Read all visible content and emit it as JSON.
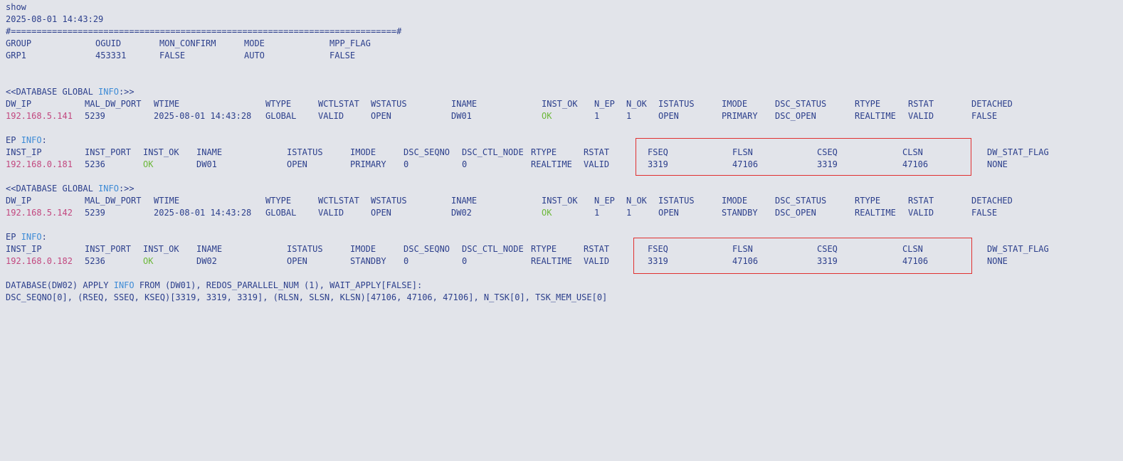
{
  "header": {
    "command": "show",
    "timestamp": "2025-08-01 14:43:29",
    "separator": "#===========================================================================#"
  },
  "group": {
    "headers": [
      "GROUP",
      "OGUID",
      "MON_CONFIRM",
      "MODE",
      "MPP_FLAG"
    ],
    "values": [
      "GRP1",
      "453331",
      "FALSE",
      "AUTO",
      "FALSE"
    ]
  },
  "blocks": [
    {
      "db_title_prefix": "<<DATABASE GLOBAL ",
      "db_title_kw": "INFO",
      "db_title_suffix": ":>>",
      "db_headers": [
        "DW_IP",
        "MAL_DW_PORT",
        "WTIME",
        "WTYPE",
        "WCTLSTAT",
        "WSTATUS",
        "INAME",
        "INST_OK",
        "N_EP",
        "N_OK",
        "ISTATUS",
        "IMODE",
        "DSC_STATUS",
        "RTYPE",
        "RSTAT",
        "DETACHED"
      ],
      "db_values": [
        "192.168.5.141",
        "5239",
        "2025-08-01 14:43:28",
        "GLOBAL",
        "VALID",
        "OPEN",
        "DW01",
        "OK",
        "1",
        "1",
        "OPEN",
        "PRIMARY",
        "DSC_OPEN",
        "REALTIME",
        "VALID",
        "FALSE"
      ],
      "ep_title_prefix": "EP ",
      "ep_title_kw": "INFO",
      "ep_title_suffix": ":",
      "ep_headers": [
        "INST_IP",
        "INST_PORT",
        "INST_OK",
        "INAME",
        "ISTATUS",
        "IMODE",
        "DSC_SEQNO",
        "DSC_CTL_NODE",
        "RTYPE",
        "RSTAT",
        "FSEQ",
        "FLSN",
        "CSEQ",
        "CLSN",
        "DW_STAT_FLAG"
      ],
      "ep_values": [
        "192.168.0.181",
        "5236",
        "OK",
        "DW01",
        "OPEN",
        "PRIMARY",
        "0",
        "0",
        "REALTIME",
        "VALID",
        "3319",
        "47106",
        "3319",
        "47106",
        "NONE"
      ]
    },
    {
      "db_title_prefix": "<<DATABASE GLOBAL ",
      "db_title_kw": "INFO",
      "db_title_suffix": ":>>",
      "db_headers": [
        "DW_IP",
        "MAL_DW_PORT",
        "WTIME",
        "WTYPE",
        "WCTLSTAT",
        "WSTATUS",
        "INAME",
        "INST_OK",
        "N_EP",
        "N_OK",
        "ISTATUS",
        "IMODE",
        "DSC_STATUS",
        "RTYPE",
        "RSTAT",
        "DETACHED"
      ],
      "db_values": [
        "192.168.5.142",
        "5239",
        "2025-08-01 14:43:28",
        "GLOBAL",
        "VALID",
        "OPEN",
        "DW02",
        "OK",
        "1",
        "1",
        "OPEN",
        "STANDBY",
        "DSC_OPEN",
        "REALTIME",
        "VALID",
        "FALSE"
      ],
      "ep_title_prefix": "EP ",
      "ep_title_kw": "INFO",
      "ep_title_suffix": ":",
      "ep_headers": [
        "INST_IP",
        "INST_PORT",
        "INST_OK",
        "INAME",
        "ISTATUS",
        "IMODE",
        "DSC_SEQNO",
        "DSC_CTL_NODE",
        "RTYPE",
        "RSTAT",
        "FSEQ",
        "FLSN",
        "CSEQ",
        "CLSN",
        "DW_STAT_FLAG"
      ],
      "ep_values": [
        "192.168.0.182",
        "5236",
        "OK",
        "DW02",
        "OPEN",
        "STANDBY",
        "0",
        "0",
        "REALTIME",
        "VALID",
        "3319",
        "47106",
        "3319",
        "47106",
        "NONE"
      ]
    }
  ],
  "apply": {
    "prefix": "DATABASE(DW02) APPLY ",
    "kw": "INFO",
    "suffix": " FROM (DW01), REDOS_PARALLEL_NUM (1), WAIT_APPLY[FALSE]:",
    "detail": "DSC_SEQNO[0], (RSEQ, SSEQ, KSEQ)[3319, 3319, 3319], (RLSN, SLSN, KLSN)[47106, 47106, 47106], N_TSK[0], TSK_MEM_USE[0]"
  },
  "colors": {
    "background": "#e2e4ea",
    "text": "#2c3f8c",
    "ip": "#c2477f",
    "ok": "#6cb83a",
    "keyword": "#3d8bd6",
    "highlight_box": "#e03030"
  }
}
